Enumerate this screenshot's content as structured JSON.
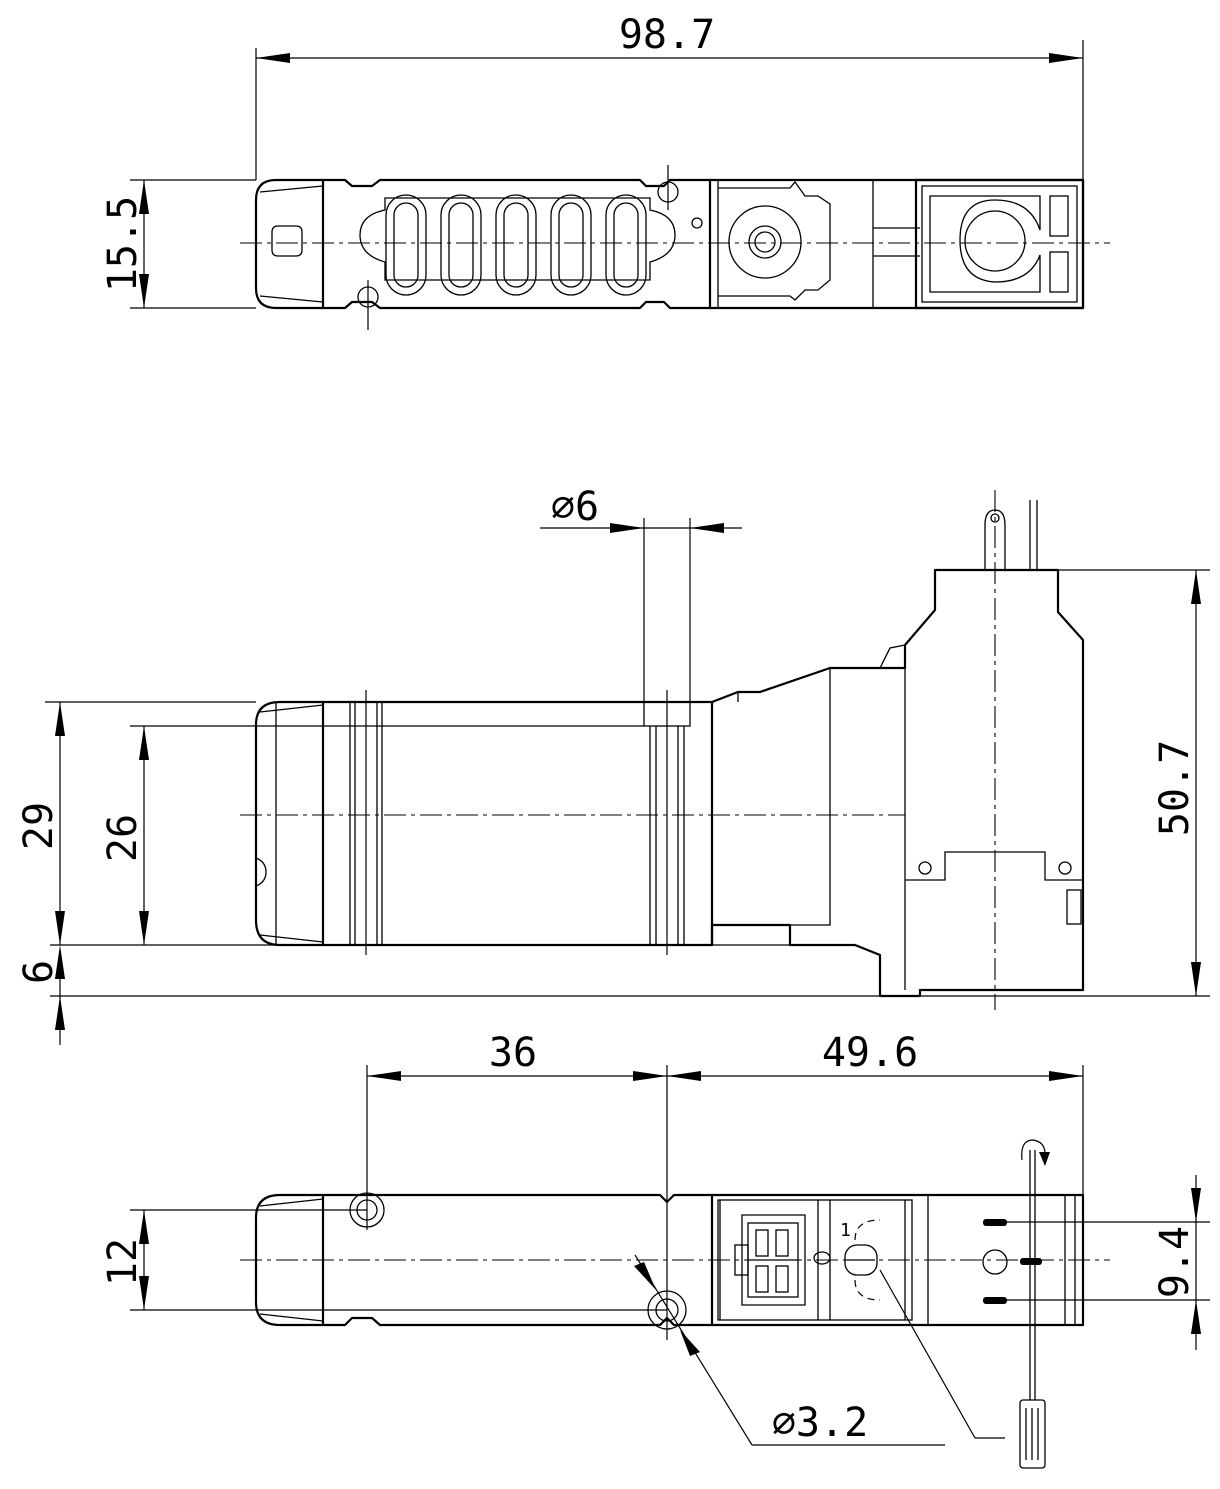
{
  "drawing": {
    "dimensions": {
      "overall_length": "98.7",
      "top_view_width": "15.5",
      "total_height": "29",
      "body_height": "26",
      "base_height": "6",
      "actuator_height": "50.7",
      "port_diameter": "⌀6",
      "left_hole_distance": "36",
      "right_section_length": "49.6",
      "bottom_view_width": "12",
      "terminal_spacing": "9.4",
      "hole_diameter": "⌀3.2"
    },
    "views": [
      "top-view",
      "side-view",
      "bottom-view"
    ],
    "icons": [
      "screwdriver-rotate-icon"
    ]
  }
}
